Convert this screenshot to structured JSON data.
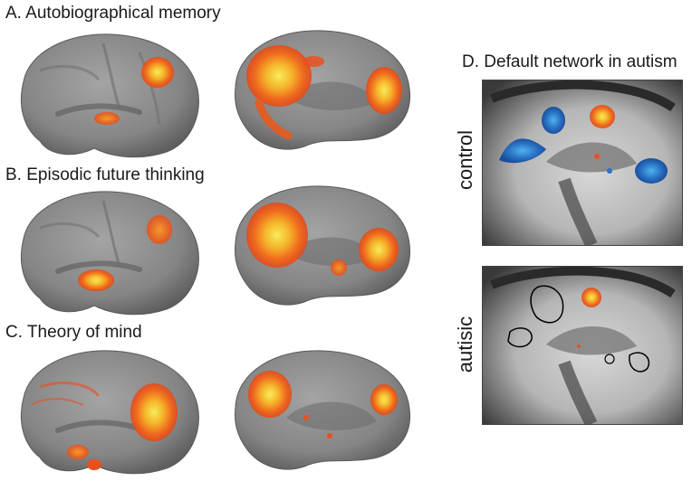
{
  "panels": {
    "a": {
      "title": "A. Autobiographical memory"
    },
    "b": {
      "title": "B. Episodic future thinking"
    },
    "c": {
      "title": "C. Theory of mind"
    },
    "d": {
      "title": "D. Default network in autism",
      "control_label": "control",
      "autistic_label": "autisic"
    }
  },
  "colors": {
    "cortex": "#8c8c8c",
    "activation_outer": "#e8501e",
    "activation_mid": "#f28c1e",
    "activation_core": "#f5e04a",
    "deactivation_outer": "#1f5fb0",
    "deactivation_core": "#3aa0e0",
    "outline": "#000000"
  }
}
